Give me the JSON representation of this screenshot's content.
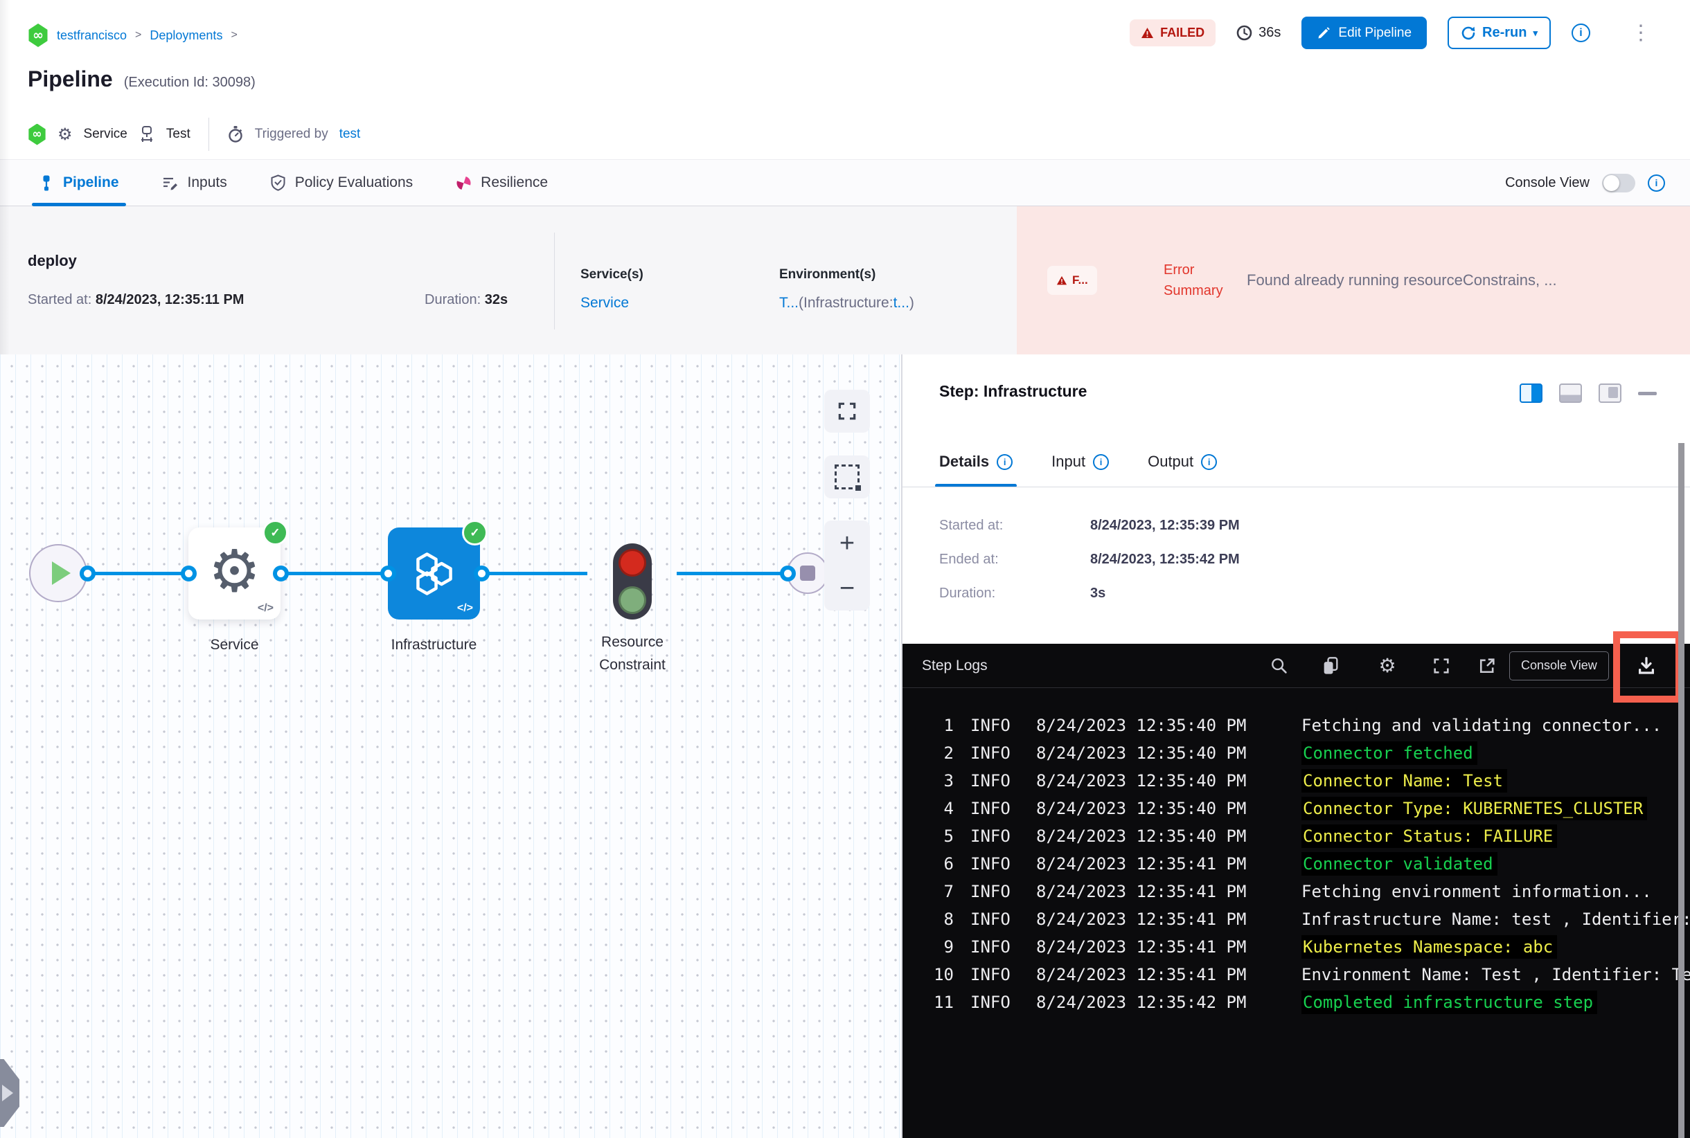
{
  "icons": {
    "breadcrumb_separator": ">",
    "infinity": "∞",
    "gear": "⚙",
    "kebab": "⋮",
    "caret_down": "▾",
    "info": "i",
    "zoom_in": "+",
    "zoom_out": "−",
    "code_glyph": "</>",
    "check": "✓"
  },
  "header": {
    "breadcrumb": {
      "items": [
        "testfrancisco",
        "Deployments"
      ]
    },
    "title": "Pipeline",
    "execution_id": "(Execution Id: 30098)",
    "status_badge": "FAILED",
    "elapsed": "36s",
    "edit_button": "Edit Pipeline",
    "rerun_button": "Re-run",
    "meta": {
      "service_label": "Service",
      "test_label": "Test",
      "triggered_by_prefix": "Triggered by",
      "triggered_by_user": "test"
    }
  },
  "tabs": {
    "items": [
      {
        "label": "Pipeline",
        "active": true
      },
      {
        "label": "Inputs",
        "active": false
      },
      {
        "label": "Policy Evaluations",
        "active": false
      },
      {
        "label": "Resilience",
        "active": false
      }
    ],
    "console_view_label": "Console View",
    "console_view_toggle_on": false
  },
  "stage": {
    "name": "deploy",
    "started_label": "Started at: ",
    "started_value": "8/24/2023, 12:35:11 PM",
    "duration_label": "Duration: ",
    "duration_value": "32s",
    "services_label": "Service(s)",
    "services_value": "Service",
    "environments_label": "Environment(s)",
    "environments_value": {
      "link1": "T...",
      "mid": "(Infrastructure:",
      "link2": "t...",
      "end": ")"
    },
    "error": {
      "badge": "F...",
      "summary_label": "Error Summary",
      "message": "Found already running resourceConstrains, ..."
    }
  },
  "graph": {
    "nodes": [
      {
        "id": "start"
      },
      {
        "id": "service",
        "label": "Service"
      },
      {
        "id": "infrastructure",
        "label": "Infrastructure"
      },
      {
        "id": "resource-constraint",
        "label": "Resource Constraint"
      },
      {
        "id": "end"
      }
    ]
  },
  "step_panel": {
    "title": "Step: Infrastructure",
    "tabs": [
      {
        "label": "Details",
        "active": true
      },
      {
        "label": "Input",
        "active": false
      },
      {
        "label": "Output",
        "active": false
      }
    ],
    "details": [
      {
        "label": "Started at:",
        "value": "8/24/2023, 12:35:39 PM"
      },
      {
        "label": "Ended at:",
        "value": "8/24/2023, 12:35:42 PM"
      },
      {
        "label": "Duration:",
        "value": "3s"
      }
    ]
  },
  "step_logs": {
    "title": "Step Logs",
    "console_view_button": "Console View",
    "colors": {
      "white": "#ededf0",
      "green": "#17d04f",
      "yellow": "#eded4a"
    },
    "lines": [
      {
        "n": "1",
        "level": "INFO",
        "ts": "8/24/2023 12:35:40 PM",
        "msg": "Fetching and validating connector...",
        "color": "white"
      },
      {
        "n": "2",
        "level": "INFO",
        "ts": "8/24/2023 12:35:40 PM",
        "msg": "Connector fetched",
        "color": "green"
      },
      {
        "n": "3",
        "level": "INFO",
        "ts": "8/24/2023 12:35:40 PM",
        "msg": "Connector Name: Test",
        "color": "yellow"
      },
      {
        "n": "4",
        "level": "INFO",
        "ts": "8/24/2023 12:35:40 PM",
        "msg": "Connector Type: KUBERNETES_CLUSTER",
        "color": "yellow"
      },
      {
        "n": "5",
        "level": "INFO",
        "ts": "8/24/2023 12:35:40 PM",
        "msg": "Connector Status: FAILURE",
        "color": "yellow"
      },
      {
        "n": "6",
        "level": "INFO",
        "ts": "8/24/2023 12:35:41 PM",
        "msg": "Connector validated",
        "color": "green"
      },
      {
        "n": "7",
        "level": "INFO",
        "ts": "8/24/2023 12:35:41 PM",
        "msg": "Fetching environment information...",
        "color": "white"
      },
      {
        "n": "8",
        "level": "INFO",
        "ts": "8/24/2023 12:35:41 PM",
        "msg": "Infrastructure Name: test , Identifier:",
        "color": "white"
      },
      {
        "n": "9",
        "level": "INFO",
        "ts": "8/24/2023 12:35:41 PM",
        "msg": "Kubernetes Namespace: abc",
        "color": "yellow"
      },
      {
        "n": "10",
        "level": "INFO",
        "ts": "8/24/2023 12:35:41 PM",
        "msg": "Environment Name: Test , Identifier: Te",
        "color": "white"
      },
      {
        "n": "11",
        "level": "INFO",
        "ts": "8/24/2023 12:35:42 PM",
        "msg": "Completed infrastructure step",
        "color": "green"
      }
    ]
  }
}
